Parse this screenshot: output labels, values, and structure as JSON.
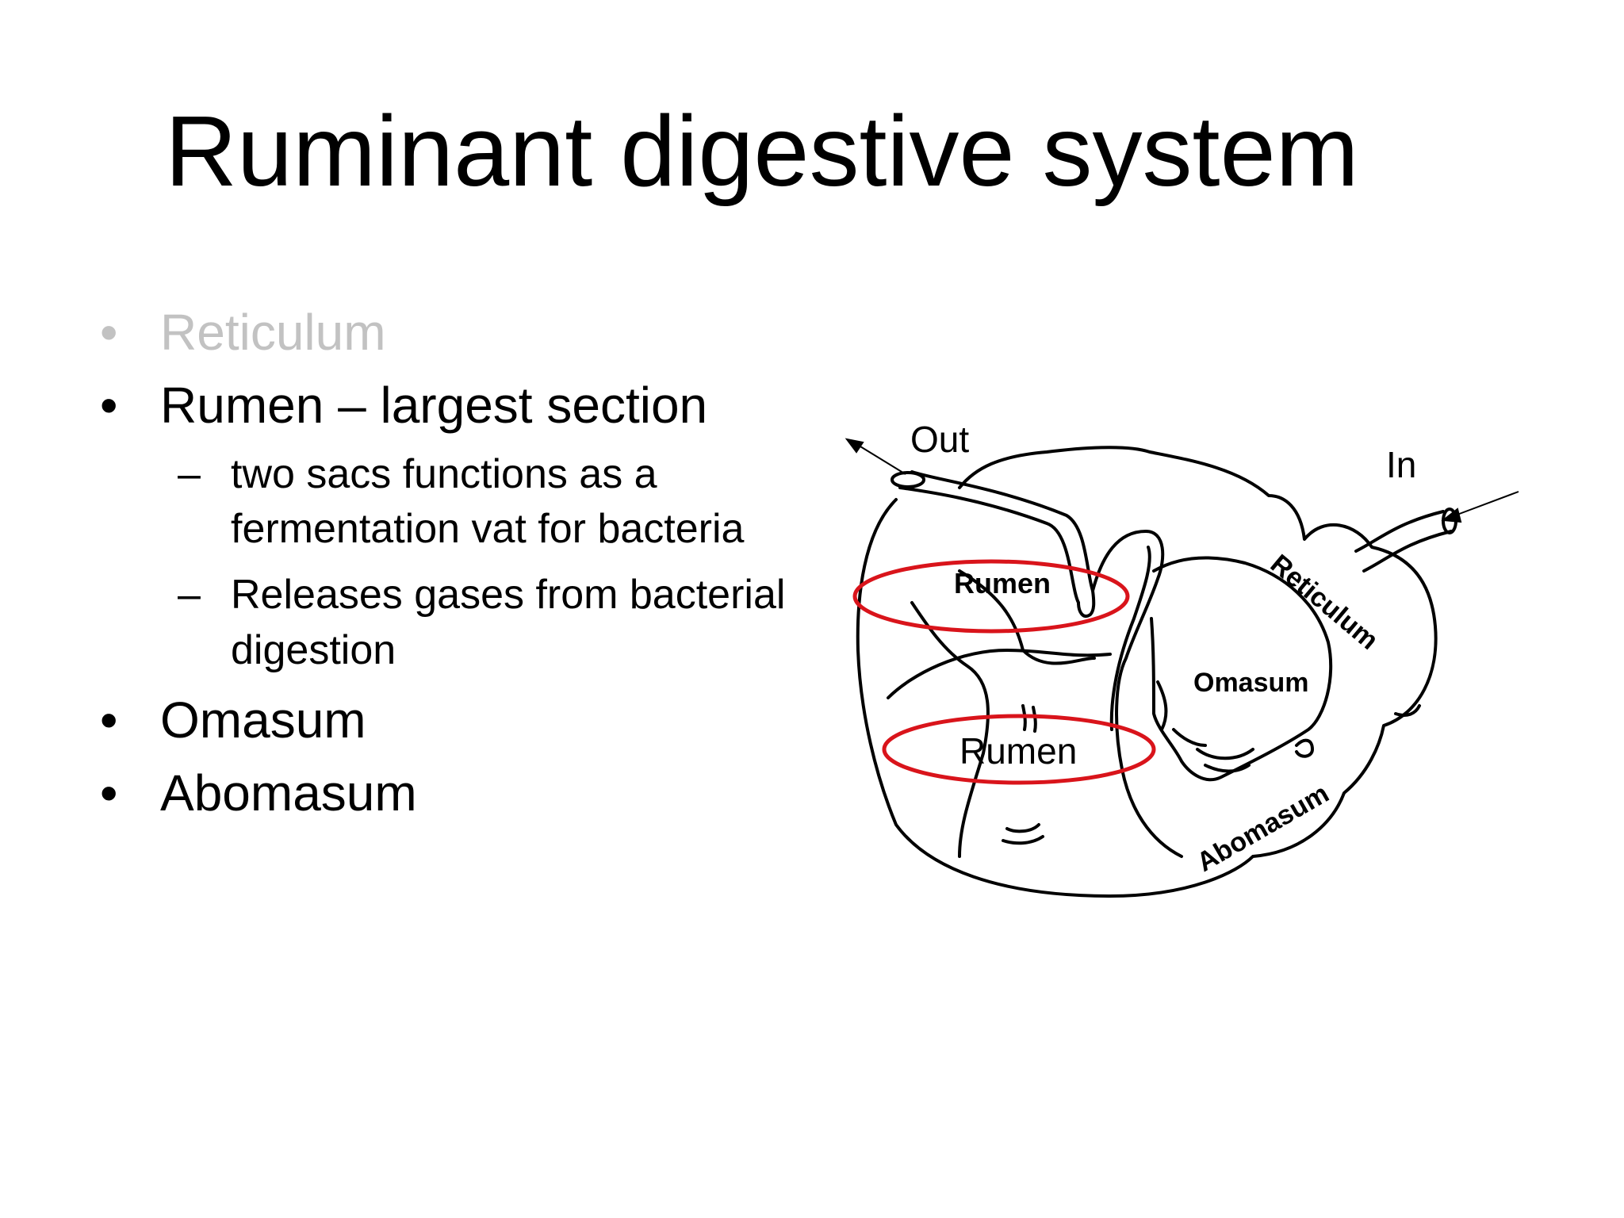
{
  "title": "Ruminant digestive system",
  "bullets": [
    {
      "label": "Reticulum"
    },
    {
      "label": "Rumen – largest section",
      "sub": [
        "two sacs functions as a fermentation vat for bacteria",
        "Releases gases from bacterial digestion"
      ]
    },
    {
      "label": "Omasum"
    },
    {
      "label": "Abomasum"
    }
  ],
  "bullet_symbol": "•",
  "sub_symbol": "–",
  "diagram": {
    "labels": {
      "out": "Out",
      "in": "In",
      "rumen_upper": "Rumen",
      "rumen_lower": "Rumen",
      "reticulum": "Reticulum",
      "omasum": "Omasum",
      "abomasum": "Abomasum"
    },
    "highlight_color": "#d9141b"
  }
}
